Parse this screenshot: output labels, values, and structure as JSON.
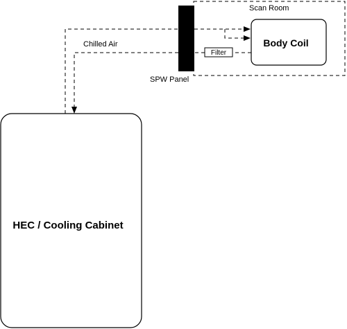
{
  "diagram": {
    "scan_room_label": "Scan Room",
    "body_coil_label": "Body Coil",
    "chilled_air_label": "Chilled Air",
    "filter_label": "Filter",
    "spw_panel_label": "SPW Panel",
    "cabinet_label": "HEC / Cooling Cabinet"
  }
}
